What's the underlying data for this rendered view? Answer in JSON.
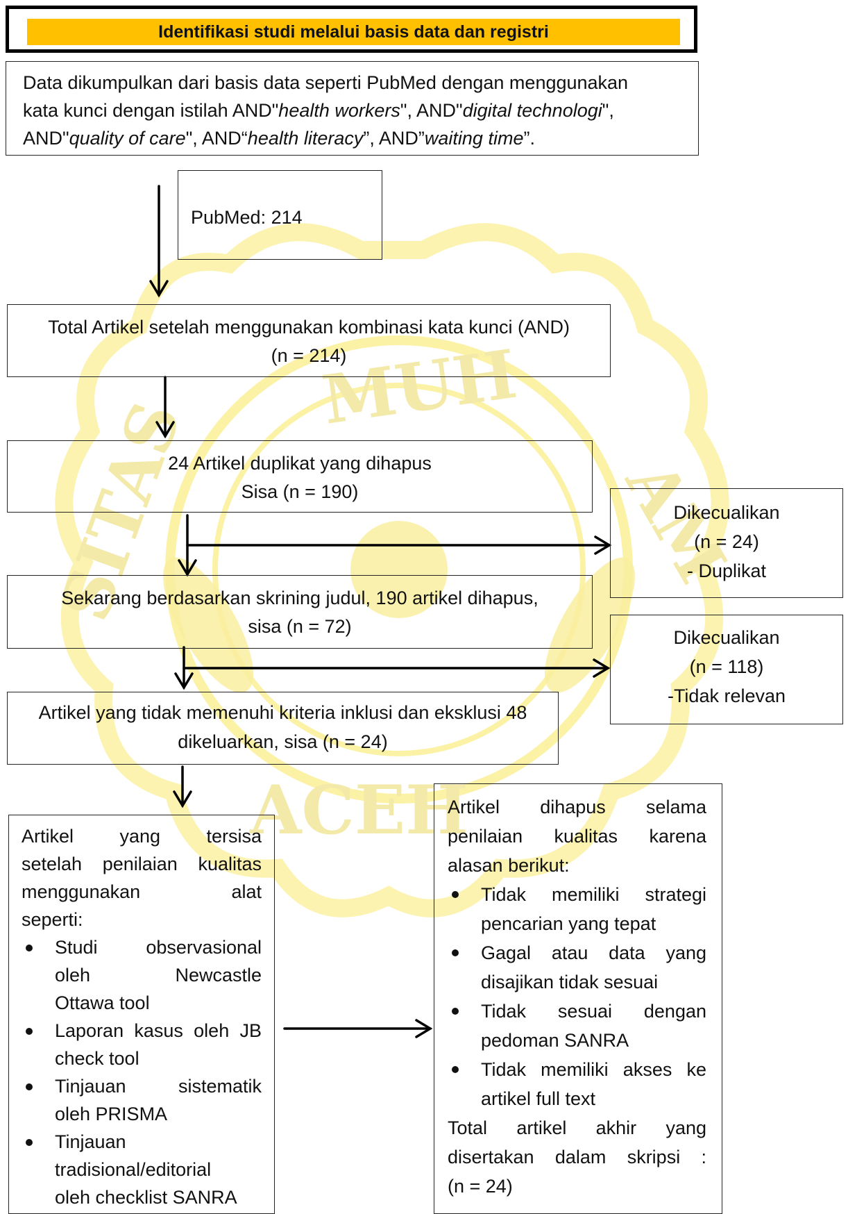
{
  "header": {
    "title": "Identifikasi studi melalui basis data dan registri"
  },
  "intro": {
    "lines": [
      [
        {
          "t": "Data dikumpulkan dari basis data seperti PubMed dengan menggunakan"
        }
      ],
      [
        {
          "t": "kata kunci dengan istilah AND\""
        },
        {
          "t": "health workers",
          "i": true
        },
        {
          "t": "\", AND\""
        },
        {
          "t": "digital technologi",
          "i": true
        },
        {
          "t": "\","
        }
      ],
      [
        {
          "t": "AND\""
        },
        {
          "t": "quality of care",
          "i": true
        },
        {
          "t": "\", AND“"
        },
        {
          "t": "health literacy",
          "i": true
        },
        {
          "t": "”, AND”"
        },
        {
          "t": "waiting time",
          "i": true
        },
        {
          "t": "”."
        }
      ]
    ]
  },
  "source": {
    "label": "PubMed: 214"
  },
  "total": {
    "line1": "Total Artikel setelah menggunakan kombinasi kata kunci (AND)",
    "line2": "(n = 214)"
  },
  "duplicates": {
    "line1": "24  Artikel duplikat yang dihapus",
    "line2": "Sisa (n = 190)"
  },
  "excluded1": {
    "title": "Dikecualikan",
    "count": "(n = 24)",
    "reason": "- Duplikat"
  },
  "screening": {
    "line1": "Sekarang berdasarkan skrining judul, 190 artikel dihapus,",
    "line2": "sisa (n = 72)"
  },
  "excluded2": {
    "title": "Dikecualikan",
    "count": "(n = 118)",
    "reason": "-Tidak relevan"
  },
  "criteria": {
    "line1": "Artikel yang tidak memenuhi kriteria inklusi dan eksklusi 48",
    "line2": "dikeluarkan, sisa (n = 24)"
  },
  "remaining": {
    "intro_lines": [
      "Artikel yang tersisa",
      "setelah penilaian kualitas",
      "menggunakan alat",
      "seperti:"
    ],
    "items": [
      [
        "Studi observasional",
        "oleh Newcastle",
        "Ottawa tool"
      ],
      [
        "Laporan kasus oleh JB",
        "check tool"
      ],
      [
        "Tinjauan sistematik",
        "oleh PRISMA"
      ],
      [
        "Tinjauan",
        "tradisional/editorial",
        "oleh checklist SANRA"
      ]
    ]
  },
  "removed": {
    "intro_lines": [
      "Artikel dihapus selama",
      "penilaian kualitas karena",
      "alasan berikut:"
    ],
    "items": [
      [
        "Tidak memiliki strategi",
        "pencarian yang tepat"
      ],
      [
        "Gagal atau data yang",
        "disajikan tidak sesuai"
      ],
      [
        "Tidak sesuai dengan",
        "pedoman SANRA"
      ],
      [
        "Tidak memiliki akses ke",
        "artikel full text"
      ]
    ],
    "total_lines": [
      "Total artikel akhir yang",
      "disertakan dalam skripsi :",
      "(n = 24)"
    ]
  },
  "colors": {
    "header_fill": "#ffc000",
    "watermark": "#fbf2a6",
    "watermark_text": "#f3e9a8"
  }
}
